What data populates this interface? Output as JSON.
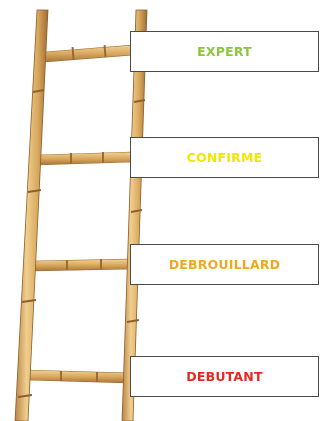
{
  "levels": [
    {
      "label": "EXPERT",
      "color": "#8cc63f"
    },
    {
      "label": "CONFIRME",
      "color": "#f2e600"
    },
    {
      "label": "DEBROUILLARD",
      "color": "#f0a81e"
    },
    {
      "label": "DEBUTANT",
      "color": "#e8281e"
    }
  ],
  "colors": {
    "bamboo_light": "#e8c27c",
    "bamboo_mid": "#d6a55a",
    "bamboo_dark": "#a8743a",
    "node": "#9c6a34"
  }
}
